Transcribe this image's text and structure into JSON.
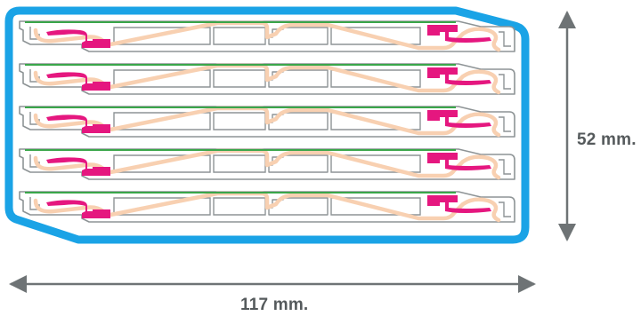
{
  "dimensions": {
    "height_label": "52 mm.",
    "width_label": "117 mm."
  },
  "profile": {
    "layer_count": 5
  },
  "colors": {
    "outline": "#1aa3e6",
    "profile_stroke": "#8e9496",
    "profile_fill": "#ffffff",
    "clip_fill": "#e5177f",
    "wrap_stroke": "#f8d0b1",
    "green_strip": "#3aa64a",
    "arrow": "#6e7375",
    "label_text": "#555a5c"
  }
}
